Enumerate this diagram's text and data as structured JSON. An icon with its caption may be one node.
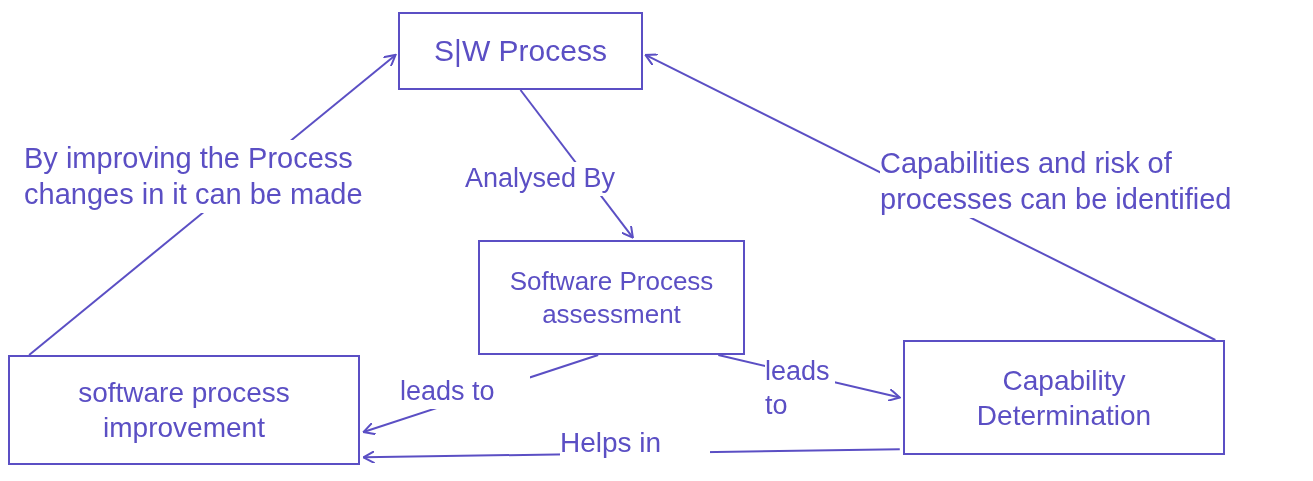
{
  "diagram": {
    "nodes": [
      {
        "text": [
          "S|W Process"
        ]
      },
      {
        "text": [
          "Software Process assessment"
        ]
      },
      {
        "text": [
          "software process improvement"
        ]
      },
      {
        "text": [
          "Capability Determination"
        ]
      }
    ],
    "edges": [
      {
        "from": 2,
        "to": 0,
        "arrow": "to",
        "label": "By improving the Process changes in it can be made"
      },
      {
        "from": 3,
        "to": 0,
        "arrow": "to",
        "label": "Capabilities and risk of processes can be identified"
      },
      {
        "from": 0,
        "to": 1,
        "arrow": "to",
        "label": "Analysed By"
      },
      {
        "from": 1,
        "to": 2,
        "arrow": "to",
        "label": "leads to"
      },
      {
        "from": 1,
        "to": 3,
        "arrow": "to",
        "label": "leads to"
      },
      {
        "from": 3,
        "to": 2,
        "arrow": "to",
        "label": "Helps in"
      }
    ]
  }
}
